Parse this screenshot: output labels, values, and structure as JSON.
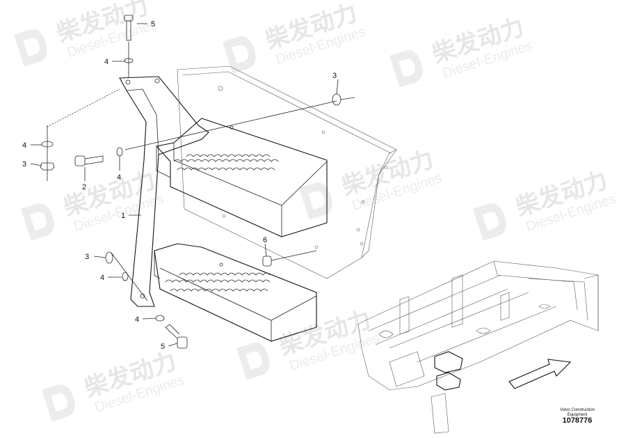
{
  "watermark": {
    "cn": "柴发动力",
    "en": "Diesel-Engines"
  },
  "callouts": [
    "5",
    "4",
    "3",
    "4",
    "3",
    "2",
    "4",
    "1",
    "6",
    "3",
    "4",
    "4",
    "5"
  ],
  "footer": {
    "brand_line1": "Volvo Construction",
    "brand_line2": "Equipment",
    "part_number": "1078776"
  },
  "colors": {
    "line": "#111111",
    "watermark": "#e6e6e6",
    "background": "#ffffff"
  }
}
